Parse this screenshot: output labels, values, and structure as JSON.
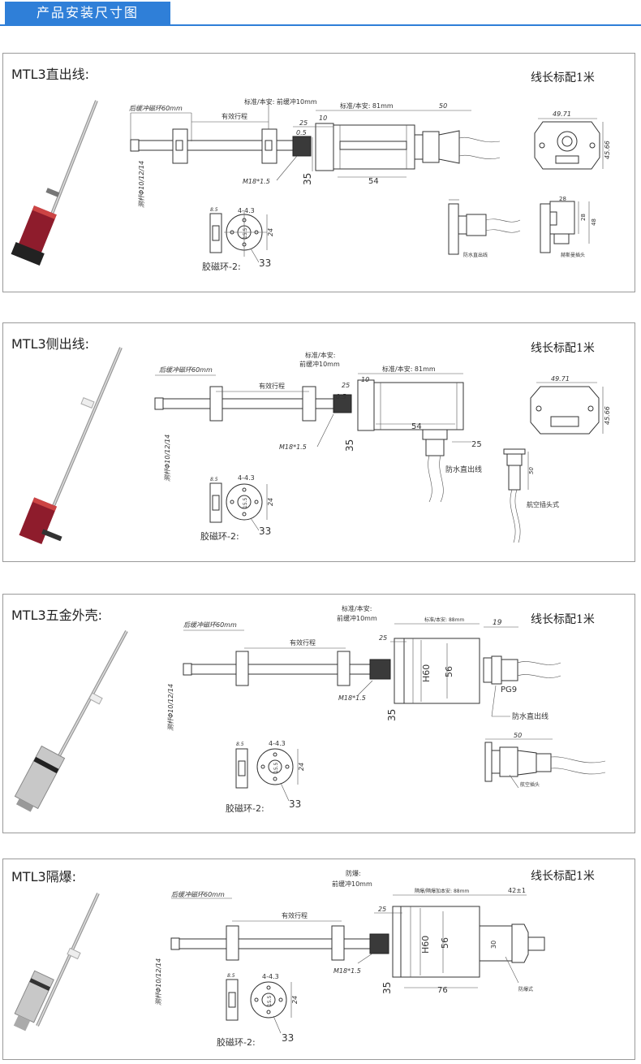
{
  "header": {
    "title": "产品安装尺寸图"
  },
  "panels": [
    {
      "title": "MTL3直出线:",
      "cable_note": "线长标配1米",
      "rear_buffer": "后缓冲磁环60mm",
      "stroke": "有效行程",
      "front_buffer": "标准/本安: 前缓冲10mm",
      "body_len": "标准/本安: 81mm",
      "conn_len": "50",
      "d10": "10",
      "d25": "25",
      "d05": "0.5",
      "thread": "M18*1.5",
      "d35": "35",
      "d54": "54",
      "rod_dia": "测杆Φ10/12/14",
      "front_w": "49.71",
      "front_h": "45.66",
      "ring_w": "8.5",
      "ring_holes": "4-4.3",
      "ring_d24": "24",
      "ring_d15": "15.5",
      "ring_label": "胶磁环-2:",
      "ring_d33": "33",
      "side1_label": "防水直出线",
      "side2_label": "赫斯曼插头",
      "side2_d28a": "28",
      "side2_d28b": "28",
      "side2_d48": "48"
    },
    {
      "title": "MTL3侧出线:",
      "cable_note": "线长标配1米",
      "rear_buffer": "后缓冲磁环60mm",
      "stroke": "有效行程",
      "front_buffer_a": "标准/本安:",
      "front_buffer_b": "前缓冲10mm",
      "body_len": "标准/本安: 81mm",
      "d10": "10",
      "d25": "25",
      "d05": "0.5",
      "thread": "M18*1.5",
      "d35": "35",
      "d54": "54",
      "side_d25": "25",
      "rod_dia": "测杆Φ10/12/14",
      "front_w": "49.71",
      "front_h": "45.66",
      "cable_label": "防水直出线",
      "aviation_len": "50",
      "aviation_label": "航空插头式",
      "ring_w": "8.5",
      "ring_holes": "4-4.3",
      "ring_d24": "24",
      "ring_d15": "15.5",
      "ring_label": "胶磁环-2:",
      "ring_d33": "33"
    },
    {
      "title": "MTL3五金外壳:",
      "cable_note": "线长标配1米",
      "rear_buffer": "后缓冲磁环60mm",
      "stroke": "有效行程",
      "front_buffer_a": "标准/本安:",
      "front_buffer_b": "前缓冲10mm",
      "body_len": "标准/本安: 88mm",
      "d19": "19",
      "d25": "25",
      "h60": "H60",
      "d56": "56",
      "pg9": "PG9",
      "cable_label": "防水直出线",
      "thread": "M18*1.5",
      "d35": "35",
      "rod_dia": "测杆Φ10/12/14",
      "aviation_len": "50",
      "aviation_label": "航空插头",
      "ring_w": "8.5",
      "ring_holes": "4-4.3",
      "ring_d24": "24",
      "ring_d15": "15.5",
      "ring_label": "胶磁环-2:",
      "ring_d33": "33"
    },
    {
      "title": "MTL3隔爆:",
      "cable_note": "线长标配1米",
      "rear_buffer": "后缓冲磁环60mm",
      "stroke": "有效行程",
      "front_buffer_a": "防爆:",
      "front_buffer_b": "前缓冲10mm",
      "body_len": "隔爆/隔爆加本安: 88mm",
      "d42": "42±1",
      "d25": "25",
      "h60": "H60",
      "d56": "56",
      "d30": "30",
      "ex_label": "防爆式",
      "thread": "M18*1.5",
      "d35": "35",
      "d76": "76",
      "rod_dia": "测杆Φ10/12/14",
      "ring_w": "8.5",
      "ring_holes": "4-4.3",
      "ring_d24": "24",
      "ring_d15": "15.5",
      "ring_label": "胶磁环-2:",
      "ring_d33": "33"
    }
  ]
}
